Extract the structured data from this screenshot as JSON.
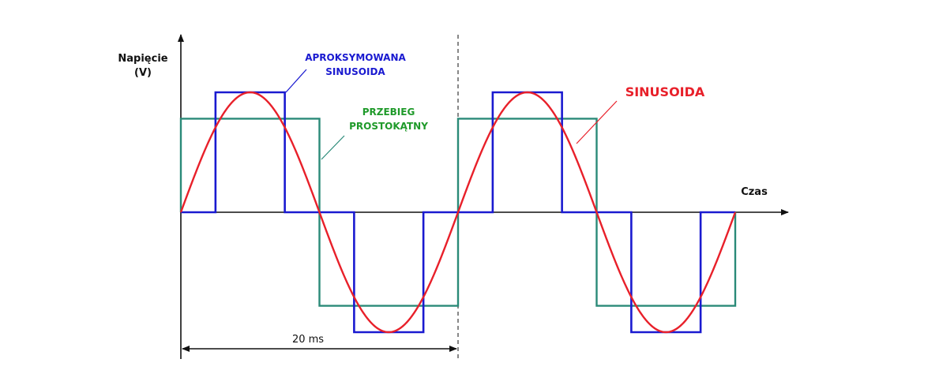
{
  "labels": {
    "y_axis_line1": "Napięcie",
    "y_axis_line2": "(V)",
    "x_axis": "Czas",
    "approx_line1": "APROKSYMOWANA",
    "approx_line2": "SINUSOIDA",
    "square_line1": "PRZEBIEG",
    "square_line2": "PROSTOKĄTNY",
    "sine": "SINUSOIDA",
    "period": "20 ms"
  },
  "colors": {
    "sine": "#e8202a",
    "approximated": "#1a1ad0",
    "square": "#2a8a78",
    "label_square": "#1f9a2a",
    "axis": "#111111",
    "divider": "#555555"
  },
  "waveforms": {
    "period_count": 2,
    "sine_amplitude": 1,
    "square_amplitude": 0.78,
    "approximated_levels": [
      0,
      1,
      0,
      -1,
      0
    ],
    "approximated_step_fraction_of_period": 0.125
  }
}
